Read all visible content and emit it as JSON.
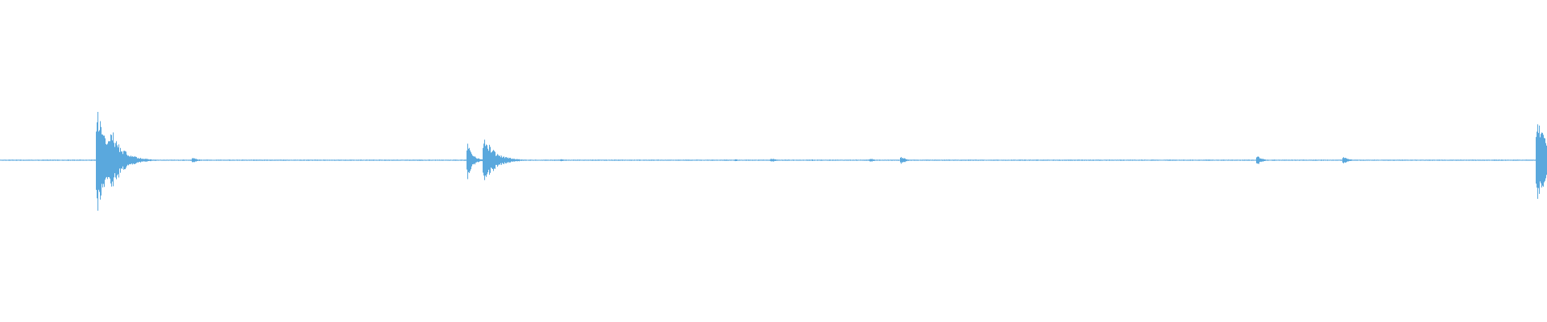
{
  "waveform": {
    "color": "#5aa8dd",
    "baseline_amplitude": 0.008,
    "peaks": [
      {
        "t": 0.062,
        "amp": 0.82
      },
      {
        "t": 0.071,
        "amp": 0.48
      },
      {
        "t": 0.124,
        "amp": 0.05
      },
      {
        "t": 0.302,
        "amp": 0.26
      },
      {
        "t": 0.312,
        "amp": 0.35
      },
      {
        "t": 0.362,
        "amp": 0.02
      },
      {
        "t": 0.475,
        "amp": 0.015
      },
      {
        "t": 0.498,
        "amp": 0.03
      },
      {
        "t": 0.525,
        "amp": 0.012
      },
      {
        "t": 0.562,
        "amp": 0.03
      },
      {
        "t": 0.582,
        "amp": 0.06
      },
      {
        "t": 0.71,
        "amp": 0.01
      },
      {
        "t": 0.812,
        "amp": 0.08
      },
      {
        "t": 0.868,
        "amp": 0.06
      },
      {
        "t": 0.993,
        "amp": 0.65
      }
    ]
  }
}
